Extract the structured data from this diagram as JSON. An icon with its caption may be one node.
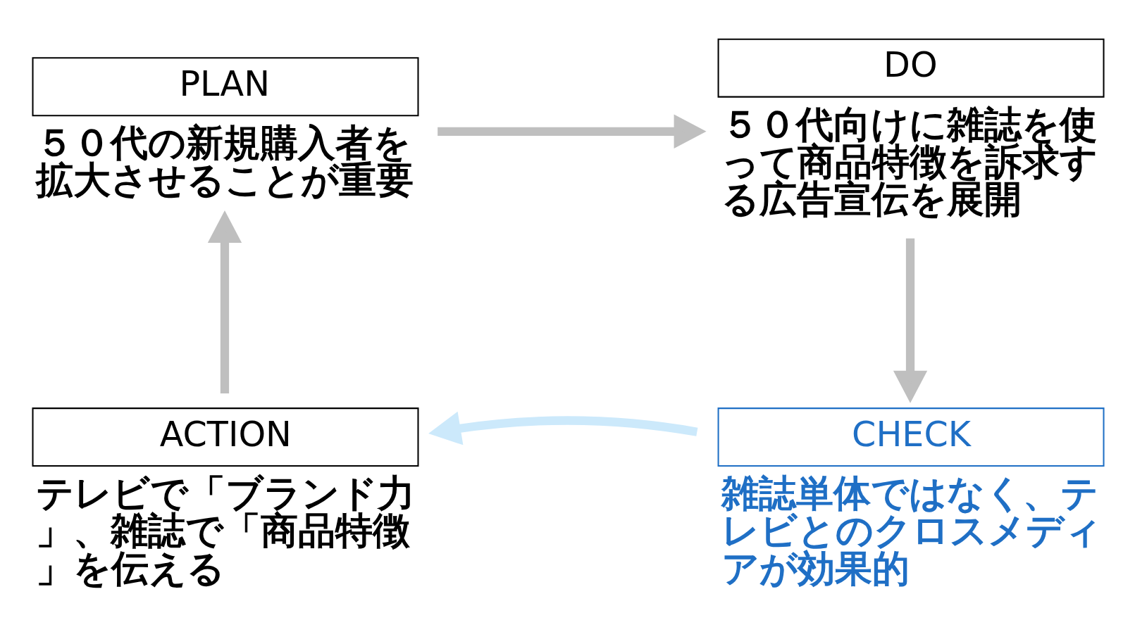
{
  "diagram": {
    "nodes": [
      {
        "text": [
          "PLAN"
        ],
        "beside": [
          "５０代の新規購入者を拡大させることが重要"
        ]
      },
      {
        "text": [
          "DO"
        ],
        "beside": [
          "５０代向けに雑誌を使って商品特徴を訴求する広告宣伝を展開"
        ]
      },
      {
        "text": [
          "CHECK"
        ],
        "beside": [
          "雑誌単体ではなく、テレビとのクロスメディアが効果的"
        ]
      },
      {
        "text": [
          "ACTION"
        ],
        "beside": [
          "テレビで「ブランド力」、雑誌で「商品特徴」を伝える"
        ]
      }
    ],
    "edges": [
      {
        "from": 0,
        "to": 1,
        "arrow": "to"
      },
      {
        "from": 1,
        "to": 2,
        "arrow": "to"
      },
      {
        "from": 2,
        "to": 3,
        "arrow": "to",
        "color": "#cce9fb"
      },
      {
        "from": 3,
        "to": 0,
        "arrow": "to"
      }
    ]
  }
}
